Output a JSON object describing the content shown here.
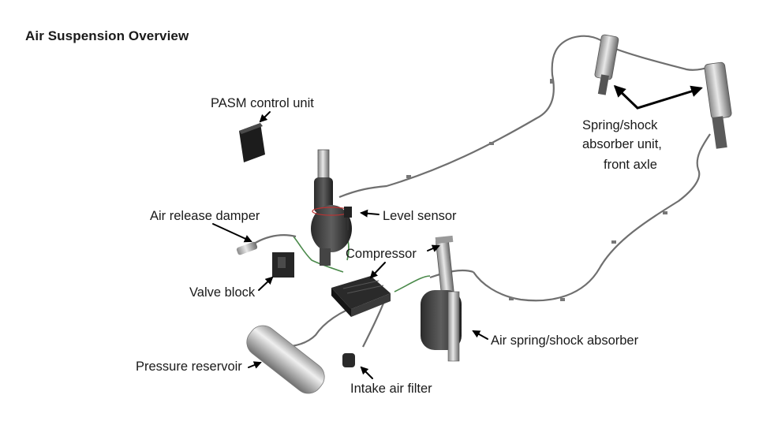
{
  "title": "Air Suspension Overview",
  "labels": {
    "pasm": "PASM control unit",
    "air_release": "Air release damper",
    "level_sensor": "Level sensor",
    "compressor": "Compressor",
    "valve_block": "Valve block",
    "spring_front_l1": "Spring/shock",
    "spring_front_l2": "absorber unit,",
    "spring_front_l3": "front axle",
    "air_spring": "Air spring/shock absorber",
    "pressure_reservoir": "Pressure reservoir",
    "intake_filter": "Intake air filter"
  },
  "colors": {
    "text": "#1a1a1a",
    "arrow": "#000000",
    "line": "#6f6f6f",
    "hose": "#4b8a4b"
  }
}
